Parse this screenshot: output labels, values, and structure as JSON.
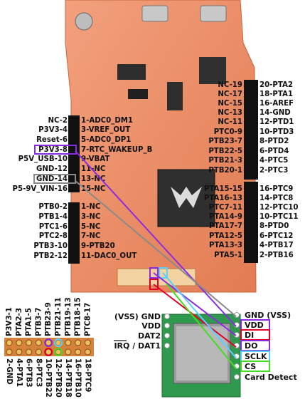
{
  "colors": {
    "board": "#ec8a63",
    "board_dark": "#d56a3f",
    "header_black": "#101010",
    "chip": "#3a3a3a",
    "breakout_bg": "#2f9a4e",
    "purple": "#8a2be2",
    "red": "#e0002a",
    "lightblue": "#5ad0ff",
    "green": "#44dd22",
    "gray": "#8a8a8a"
  },
  "left_header": [
    "NC-2",
    "P3V3-4",
    "Reset-6",
    "P3V3-8",
    "P5V_USB-10",
    "GND-12",
    "GND-14",
    "P5-9V_VIN-16",
    "PTB0-2",
    "PTB1-4",
    "PTC1-6",
    "PTC2-8",
    "PTB3-10",
    "PTB2-12"
  ],
  "left_inner": [
    "1-ADC0_DM1",
    "3-VREF_OUT",
    "5-ADC0_DP1",
    "7-RTC_WAKEUP_B",
    "9-VBAT",
    "11-NC",
    "13-NC",
    "15-NC",
    "1-NC",
    "3-NC",
    "5-NC",
    "7-NC",
    "9-PTB20",
    "11-DAC0_OUT"
  ],
  "right_inner": [
    "NC-19",
    "NC-17",
    "NC-15",
    "NC-13",
    "NC-11",
    "PTC0-9",
    "PTB23-7",
    "PTB22-5",
    "PTB21-3",
    "PTB20-1",
    "PTA15-15",
    "PTA16-13",
    "PTC7-11",
    "PTA14-9",
    "PTA17-7",
    "PTA12-5",
    "PTA13-3",
    "PTA5-1"
  ],
  "right_header": [
    "20-PTA2",
    "18-PTA1",
    "16-AREF",
    "14-GND",
    "12-PTD1",
    "10-PTD3",
    "8-PTD2",
    "6-PTD4",
    "4-PTC5",
    "2-PTC3",
    "16-PTC9",
    "14-PTC8",
    "12-PTC10",
    "10-PTC11",
    "8-PTD0",
    "6-PTC12",
    "4-PTB17",
    "2-PTB16"
  ],
  "bottom_header_top": [
    "P3V3-1",
    "PTA2-3",
    "PTA1-5",
    "PTB3-7",
    "PTB23-9",
    "PTB21-11",
    "PTB19-13",
    "PTB18-15",
    "PTC8-17"
  ],
  "bottom_header_bottom": [
    "2-GND",
    "4-PTA1",
    "6-PTB3",
    "8-PTC3",
    "10-PTB22",
    "12-PTB20",
    "14-PTB18",
    "16-PTB10",
    "18-PTC9"
  ],
  "breakout_left": [
    "(VSS) GND",
    "VDD",
    "DAT2",
    "IRQ / DAT1"
  ],
  "breakout_right": [
    "GND (VSS)",
    "VDD",
    "DI",
    "DO",
    "SCLK",
    "CS",
    "Card Detect"
  ]
}
